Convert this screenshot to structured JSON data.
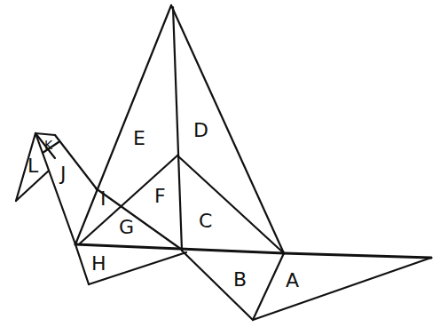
{
  "diagram": {
    "labels": [
      "E",
      "D",
      "K",
      "L",
      "J",
      "I",
      "F",
      "C",
      "G",
      "H",
      "B",
      "A"
    ]
  }
}
